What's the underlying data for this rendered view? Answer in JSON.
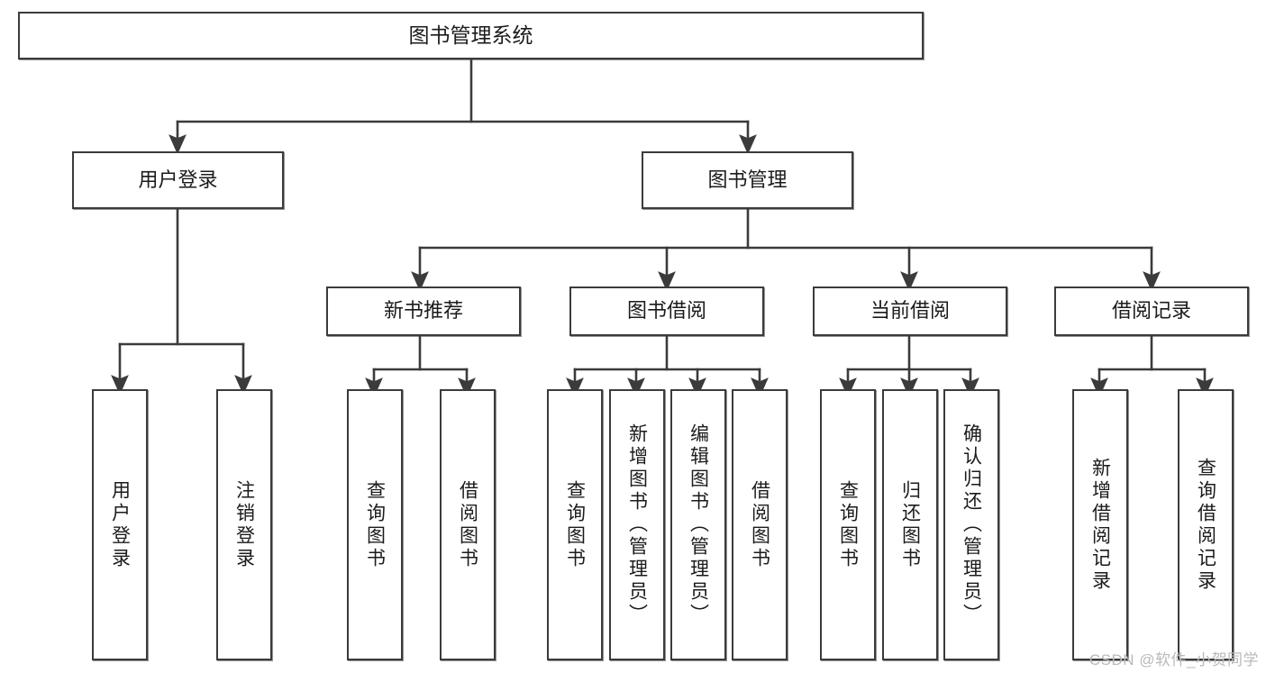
{
  "diagram": {
    "type": "tree",
    "title": "图书管理系统",
    "watermark": "CSDN @软件_小贺同学",
    "colors": {
      "box_border": "#3b3b3b",
      "box_fill": "#ffffff",
      "connector": "#3b3b3b",
      "text": "#1b1b1b",
      "watermark": "#b9b9b9"
    },
    "nodes": {
      "root": {
        "label": "图书管理系统"
      },
      "level2": [
        {
          "label": "用户登录"
        },
        {
          "label": "图书管理"
        }
      ],
      "level3": [
        {
          "label": "新书推荐"
        },
        {
          "label": "图书借阅"
        },
        {
          "label": "当前借阅"
        },
        {
          "label": "借阅记录"
        }
      ],
      "leaves": {
        "user_login": [
          {
            "label": "用户登录"
          },
          {
            "label": "注销登录"
          }
        ],
        "new_book_recommend": [
          {
            "label": "查询图书"
          },
          {
            "label": "借阅图书"
          }
        ],
        "book_borrow": [
          {
            "label": "查询图书"
          },
          {
            "label": "新增图书（管理员）"
          },
          {
            "label": "编辑图书（管理员）"
          },
          {
            "label": "借阅图书"
          }
        ],
        "current_borrow": [
          {
            "label": "查询图书"
          },
          {
            "label": "归还图书"
          },
          {
            "label": "确认归还（管理员）"
          }
        ],
        "borrow_record": [
          {
            "label": "新增借阅记录"
          },
          {
            "label": "查询借阅记录"
          }
        ]
      }
    }
  }
}
